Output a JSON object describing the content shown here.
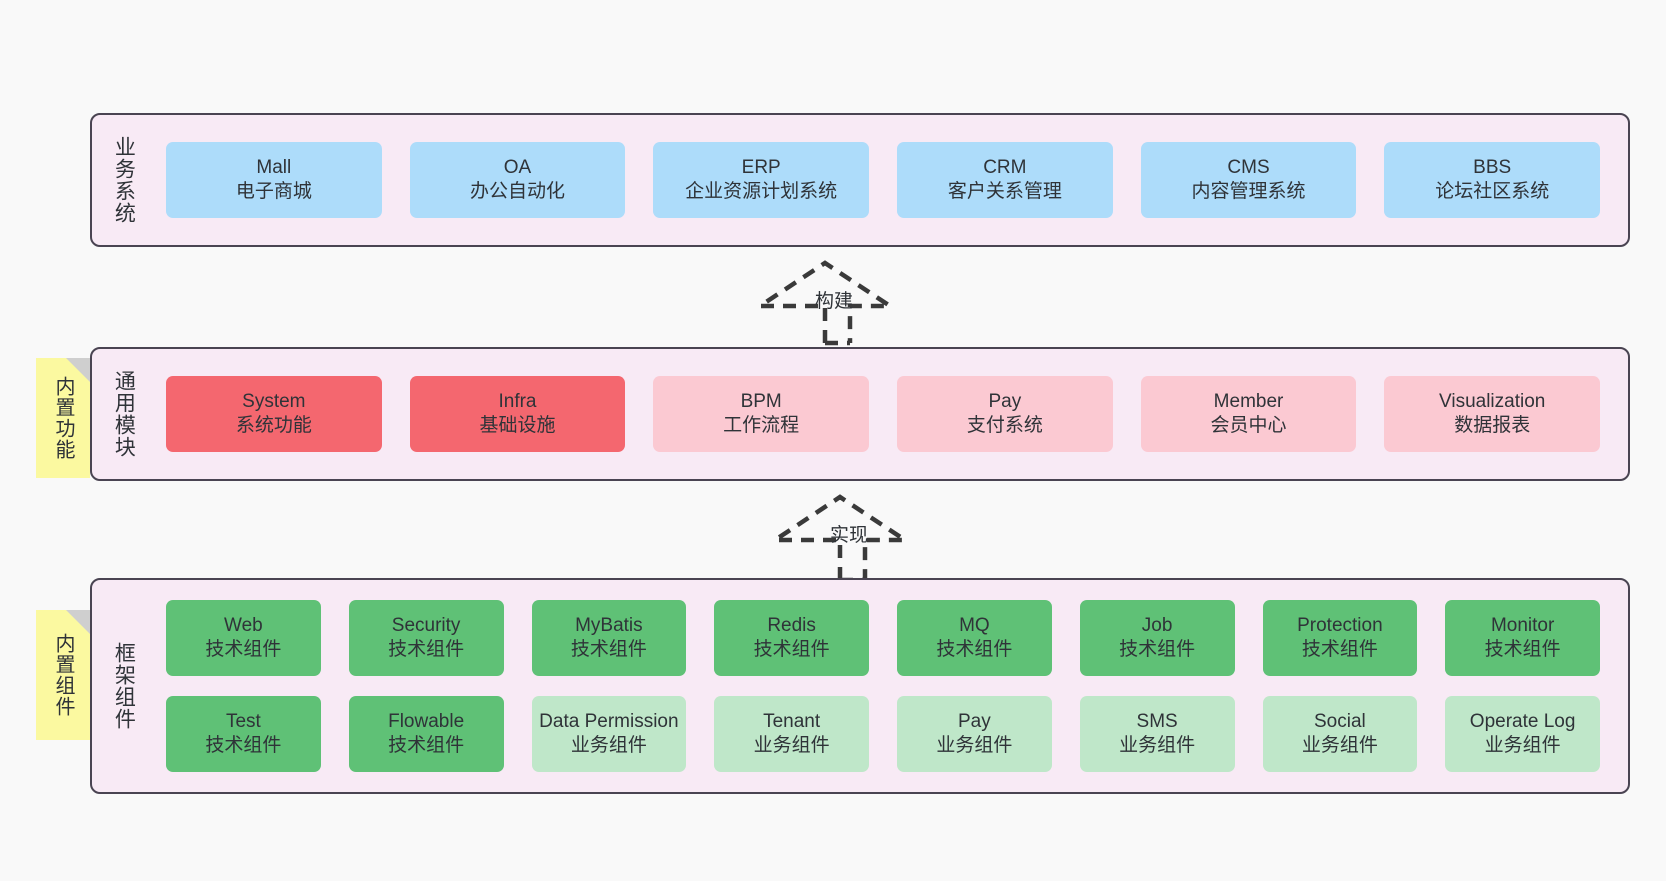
{
  "diagram": {
    "title": "ruoyi-vue-pro architecture layers",
    "background": "#F9F9F9",
    "panel_bg": "#F8EAF5",
    "panel_border": "#4A4452"
  },
  "layers": [
    {
      "id": "business",
      "title": "业务系统",
      "rows": [
        [
          {
            "en": "Mall",
            "cn": "电子商城",
            "color": "#ADDCFA",
            "tone": "blue"
          },
          {
            "en": "OA",
            "cn": "办公自动化",
            "color": "#ADDCFA",
            "tone": "blue"
          },
          {
            "en": "ERP",
            "cn": "企业资源计划系统",
            "color": "#ADDCFA",
            "tone": "blue"
          },
          {
            "en": "CRM",
            "cn": "客户关系管理",
            "color": "#ADDCFA",
            "tone": "blue"
          },
          {
            "en": "CMS",
            "cn": "内容管理系统",
            "color": "#ADDCFA",
            "tone": "blue"
          },
          {
            "en": "BBS",
            "cn": "论坛社区系统",
            "color": "#ADDCFA",
            "tone": "blue"
          }
        ]
      ]
    },
    {
      "id": "common-module",
      "title": "通用模块",
      "sticky": "内置功能",
      "rows": [
        [
          {
            "en": "System",
            "cn": "系统功能",
            "color": "#F4676F",
            "tone": "red"
          },
          {
            "en": "Infra",
            "cn": "基础设施",
            "color": "#F4676F",
            "tone": "red"
          },
          {
            "en": "BPM",
            "cn": "工作流程",
            "color": "#FBC9D2",
            "tone": "pink"
          },
          {
            "en": "Pay",
            "cn": "支付系统",
            "color": "#FBC9D2",
            "tone": "pink"
          },
          {
            "en": "Member",
            "cn": "会员中心",
            "color": "#FBC9D2",
            "tone": "pink"
          },
          {
            "en": "Visualization",
            "cn": "数据报表",
            "color": "#FBC9D2",
            "tone": "pink"
          }
        ]
      ]
    },
    {
      "id": "framework",
      "title": "框架组件",
      "sticky": "内置组件",
      "rows": [
        [
          {
            "en": "Web",
            "cn": "技术组件",
            "color": "#5FC176",
            "tone": "green"
          },
          {
            "en": "Security",
            "cn": "技术组件",
            "color": "#5FC176",
            "tone": "green"
          },
          {
            "en": "MyBatis",
            "cn": "技术组件",
            "color": "#5FC176",
            "tone": "green"
          },
          {
            "en": "Redis",
            "cn": "技术组件",
            "color": "#5FC176",
            "tone": "green"
          },
          {
            "en": "MQ",
            "cn": "技术组件",
            "color": "#5FC176",
            "tone": "green"
          },
          {
            "en": "Job",
            "cn": "技术组件",
            "color": "#5FC176",
            "tone": "green"
          },
          {
            "en": "Protection",
            "cn": "技术组件",
            "color": "#5FC176",
            "tone": "green"
          },
          {
            "en": "Monitor",
            "cn": "技术组件",
            "color": "#5FC176",
            "tone": "green"
          }
        ],
        [
          {
            "en": "Test",
            "cn": "技术组件",
            "color": "#5FC176",
            "tone": "green"
          },
          {
            "en": "Flowable",
            "cn": "技术组件",
            "color": "#5FC176",
            "tone": "green"
          },
          {
            "en": "Data Permission",
            "cn": "业务组件",
            "color": "#BFE7C9",
            "tone": "lgreen"
          },
          {
            "en": "Tenant",
            "cn": "业务组件",
            "color": "#BFE7C9",
            "tone": "lgreen"
          },
          {
            "en": "Pay",
            "cn": "业务组件",
            "color": "#BFE7C9",
            "tone": "lgreen"
          },
          {
            "en": "SMS",
            "cn": "业务组件",
            "color": "#BFE7C9",
            "tone": "lgreen"
          },
          {
            "en": "Social",
            "cn": "业务组件",
            "color": "#BFE7C9",
            "tone": "lgreen"
          },
          {
            "en": "Operate Log",
            "cn": "业务组件",
            "color": "#BFE7C9",
            "tone": "lgreen"
          }
        ]
      ]
    }
  ],
  "connectors": [
    {
      "id": "build",
      "label": "构建",
      "from": "common-module",
      "to": "business"
    },
    {
      "id": "implement",
      "label": "实现",
      "from": "framework",
      "to": "common-module"
    }
  ]
}
